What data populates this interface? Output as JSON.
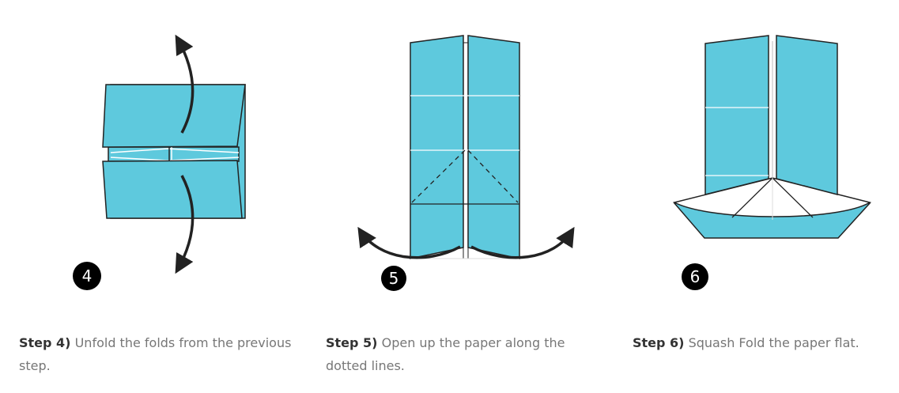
{
  "colors": {
    "paper": "#5ec9dd",
    "outline": "#222222",
    "crease": "#ffffff",
    "badge": "#000000",
    "caption_label": "#333333",
    "caption_text": "#777777"
  },
  "steps": [
    {
      "number": "4",
      "label": "Step 4)",
      "text": "Unfold the folds from the previous step."
    },
    {
      "number": "5",
      "label": "Step 5)",
      "text": "Open up the paper along the dotted lines."
    },
    {
      "number": "6",
      "label": "Step 6)",
      "text": "Squash Fold the paper flat."
    }
  ]
}
